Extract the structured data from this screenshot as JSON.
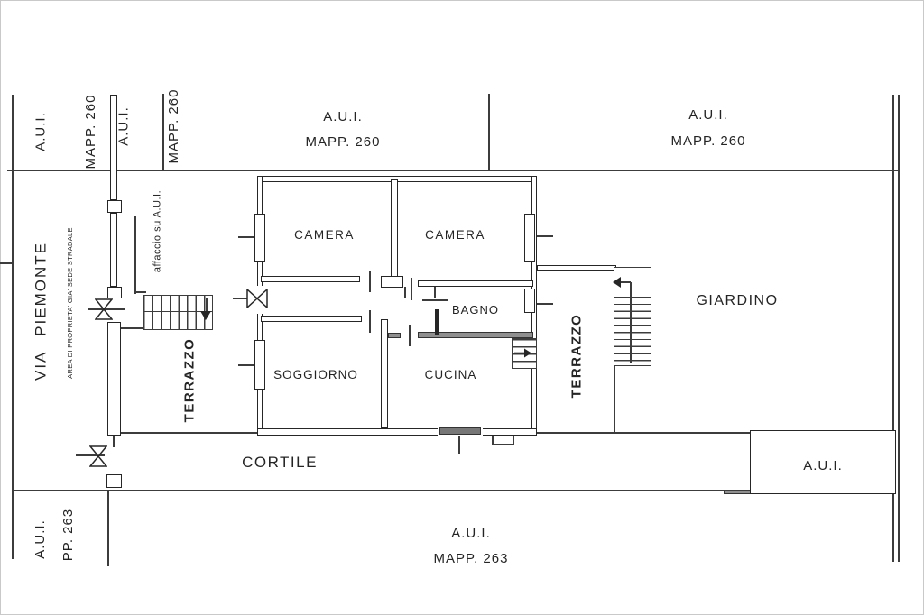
{
  "parcels": {
    "top_left_outer": {
      "l1": "A.U.I.",
      "l2": "MAPP. 260"
    },
    "top_left_inner": {
      "l1": "A.U.I.",
      "l2": "MAPP. 260"
    },
    "top_center": {
      "l1": "A.U.I.",
      "l2": "MAPP. 260"
    },
    "top_right": {
      "l1": "A.U.I.",
      "l2": "MAPP. 260"
    },
    "bottom_left": {
      "l1": "A.U.I.",
      "l2": "PP. 263"
    },
    "bottom_center": {
      "l1": "A.U.I.",
      "l2": "MAPP. 263"
    },
    "right_box_label": "A.U.I."
  },
  "street": {
    "name": "VIA PIEMONTE",
    "note": "AREA DI PROPRIETA' GIA' SEDE STRADALE"
  },
  "annotations": {
    "affaccio": "affaccio su A.U.I."
  },
  "rooms": {
    "camera_left": "CAMERA",
    "camera_right": "CAMERA",
    "bagno": "BAGNO",
    "soggiorno": "SOGGIORNO",
    "cucina": "CUCINA",
    "terrazzo_west": "TERRAZZO",
    "terrazzo_east": "TERRAZZO"
  },
  "outdoor": {
    "giardino": "GIARDINO",
    "cortile": "CORTILE"
  },
  "colors": {
    "ink": "#242424",
    "line": "#3c3c3c",
    "gray_fill": "#8f8f8f",
    "paper": "#ffffff"
  }
}
